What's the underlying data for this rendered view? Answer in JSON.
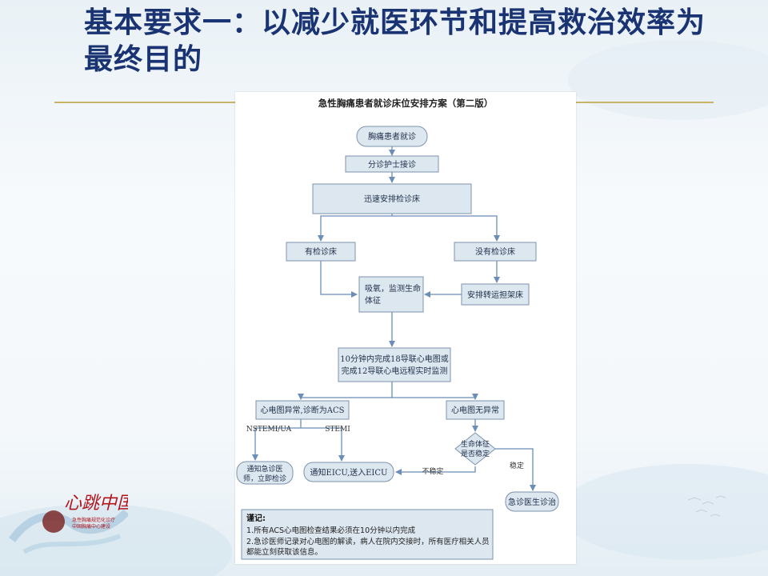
{
  "slide": {
    "title": "基本要求一：以减少就医环节和提高救治效率为最终目的"
  },
  "flowchart": {
    "title": "急性胸痛患者就诊床位安排方案（第二版）",
    "nodes": {
      "start": "胸痛患者就诊",
      "triage": "分诊护士接诊",
      "arrange_bed": "迅速安排检诊床",
      "has_bed": "有检诊床",
      "no_bed": "没有检诊床",
      "oxygen_l1": "吸氧，监测生命",
      "oxygen_l2": "体征",
      "stretcher": "安排转运担架床",
      "ecg_l1": "10分钟内完成18导联心电图或",
      "ecg_l2": "完成12导联心电远程实时监测",
      "ecg_abnormal": "心电图异常,诊断为ACS",
      "ecg_normal": "心电图无异常",
      "vitals_l1": "生命体征",
      "vitals_l2": "是否稳定",
      "notify_l1": "通知急诊医",
      "notify_l2": "师，立即检诊",
      "eicu": "通知EICU,送入EICU",
      "er_doctor": "急诊医生诊治"
    },
    "edge_labels": {
      "nstemi": "NSTEMI/UA",
      "stemi": "STEMI",
      "unstable": "不稳定",
      "stable": "稳定"
    },
    "notes": {
      "heading": "谨记:",
      "line1": "1.所有ACS心电图检查结果必须在10分钟以内完成",
      "line2": "2.急诊医师记录对心电图的解读，病人在院内交接时，所有医疗相关人员",
      "line3": "都能立刻获取该信息。"
    }
  },
  "logo": {
    "title": "心跳中国",
    "caption_l1": "急性胸痛规范化诊疗",
    "caption_l2": "中国胸痛中心建设"
  },
  "colors": {
    "title": "#1a3372",
    "rule": "#c9b36a",
    "node_fill": "#dde7f0",
    "node_stroke": "#7d93ad",
    "arrow": "#6b8eb8"
  }
}
